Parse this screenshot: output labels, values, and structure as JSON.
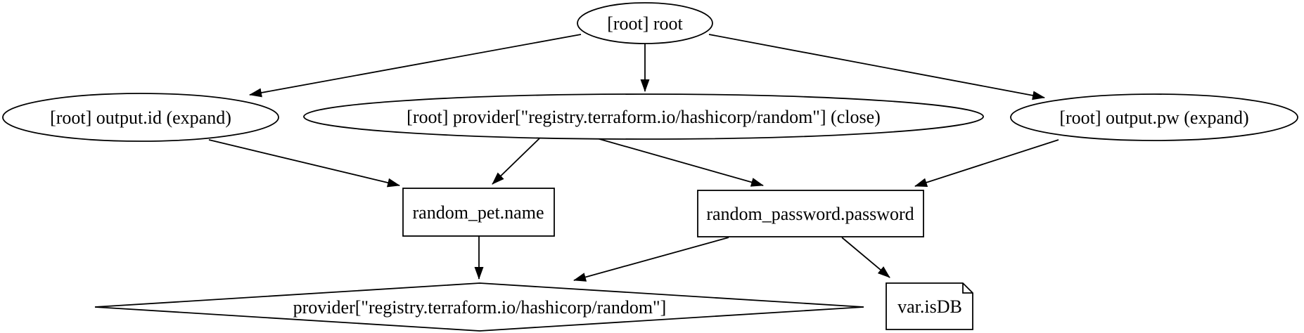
{
  "diagram": {
    "type": "directed-graph",
    "description": "Terraform dependency graph (graphviz dot render)",
    "colors": {
      "background": "#ffffff",
      "node_fill": "#ffffff",
      "stroke": "#000000",
      "text": "#000000"
    },
    "nodes": {
      "root": {
        "label": "[root] root",
        "shape": "ellipse"
      },
      "output_id": {
        "label": "[root] output.id (expand)",
        "shape": "ellipse"
      },
      "provider_close": {
        "label": "[root] provider[\"registry.terraform.io/hashicorp/random\"] (close)",
        "shape": "ellipse"
      },
      "output_pw": {
        "label": "[root] output.pw (expand)",
        "shape": "ellipse"
      },
      "random_pet": {
        "label": "random_pet.name",
        "shape": "box"
      },
      "random_password": {
        "label": "random_password.password",
        "shape": "box"
      },
      "provider": {
        "label": "provider[\"registry.terraform.io/hashicorp/random\"]",
        "shape": "diamond"
      },
      "var_isdb": {
        "label": "var.isDB",
        "shape": "note"
      }
    },
    "edges": [
      {
        "from": "root",
        "to": "output_id"
      },
      {
        "from": "root",
        "to": "provider_close"
      },
      {
        "from": "root",
        "to": "output_pw"
      },
      {
        "from": "output_id",
        "to": "random_pet"
      },
      {
        "from": "provider_close",
        "to": "random_pet"
      },
      {
        "from": "provider_close",
        "to": "random_password"
      },
      {
        "from": "output_pw",
        "to": "random_password"
      },
      {
        "from": "random_pet",
        "to": "provider"
      },
      {
        "from": "random_password",
        "to": "provider"
      },
      {
        "from": "random_password",
        "to": "var_isdb"
      }
    ]
  }
}
